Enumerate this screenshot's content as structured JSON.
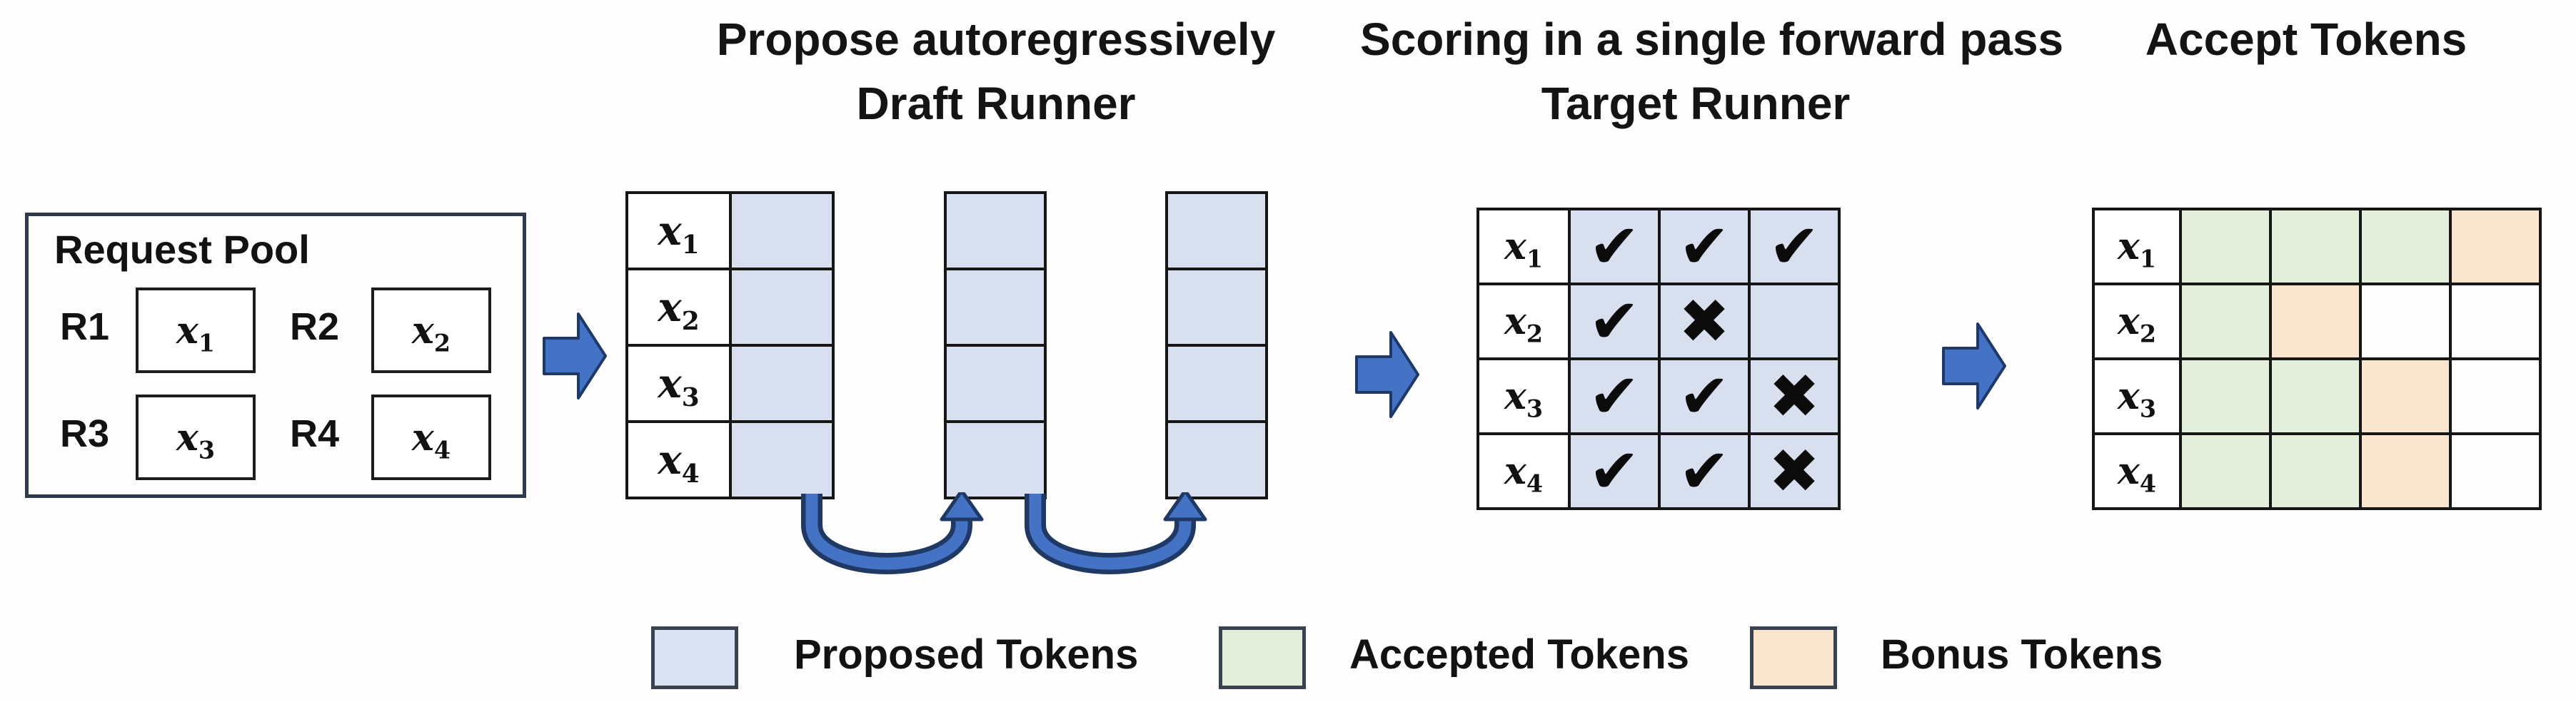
{
  "titles": {
    "propose": "Propose autoregressively",
    "draft_runner": "Draft Runner",
    "scoring": "Scoring in a single forward pass",
    "target_runner": "Target Runner",
    "accept": "Accept Tokens"
  },
  "pool": {
    "title": "Request Pool",
    "requests": [
      {
        "id": "R1",
        "base": "x",
        "sub": "1"
      },
      {
        "id": "R2",
        "base": "x",
        "sub": "2"
      },
      {
        "id": "R3",
        "base": "x",
        "sub": "3"
      },
      {
        "id": "R4",
        "base": "x",
        "sub": "4"
      }
    ]
  },
  "tokens": [
    {
      "base": "x",
      "sub": "1"
    },
    {
      "base": "x",
      "sub": "2"
    },
    {
      "base": "x",
      "sub": "3"
    },
    {
      "base": "x",
      "sub": "4"
    }
  ],
  "draft": {
    "status": "proposed",
    "extra_column_count": 2,
    "cells_per_column": 4
  },
  "target": {
    "cell_status": "proposed",
    "rows": [
      {
        "marks": [
          "✔",
          "✔",
          "✔"
        ]
      },
      {
        "marks": [
          "✔",
          "✖",
          ""
        ]
      },
      {
        "marks": [
          "✔",
          "✔",
          "✖"
        ]
      },
      {
        "marks": [
          "✔",
          "✔",
          "✖"
        ]
      }
    ]
  },
  "accept": {
    "rows": [
      {
        "cells": [
          "accepted",
          "accepted",
          "accepted",
          "bonus"
        ]
      },
      {
        "cells": [
          "accepted",
          "bonus",
          "none",
          "none"
        ]
      },
      {
        "cells": [
          "accepted",
          "accepted",
          "bonus",
          "none"
        ]
      },
      {
        "cells": [
          "accepted",
          "accepted",
          "bonus",
          "none"
        ]
      }
    ]
  },
  "legend": [
    {
      "status": "proposed",
      "label": "Proposed Tokens"
    },
    {
      "status": "accepted",
      "label": "Accepted Tokens"
    },
    {
      "status": "bonus",
      "label": "Bonus Tokens"
    }
  ],
  "colors": {
    "proposed_fill": "#d8e0f0",
    "accepted_fill": "#e3efda",
    "bonus_fill": "#fae6ce",
    "arrow_fill": "#4472c4",
    "arrow_outline": "#1f3864",
    "grid_line": "#161616"
  }
}
